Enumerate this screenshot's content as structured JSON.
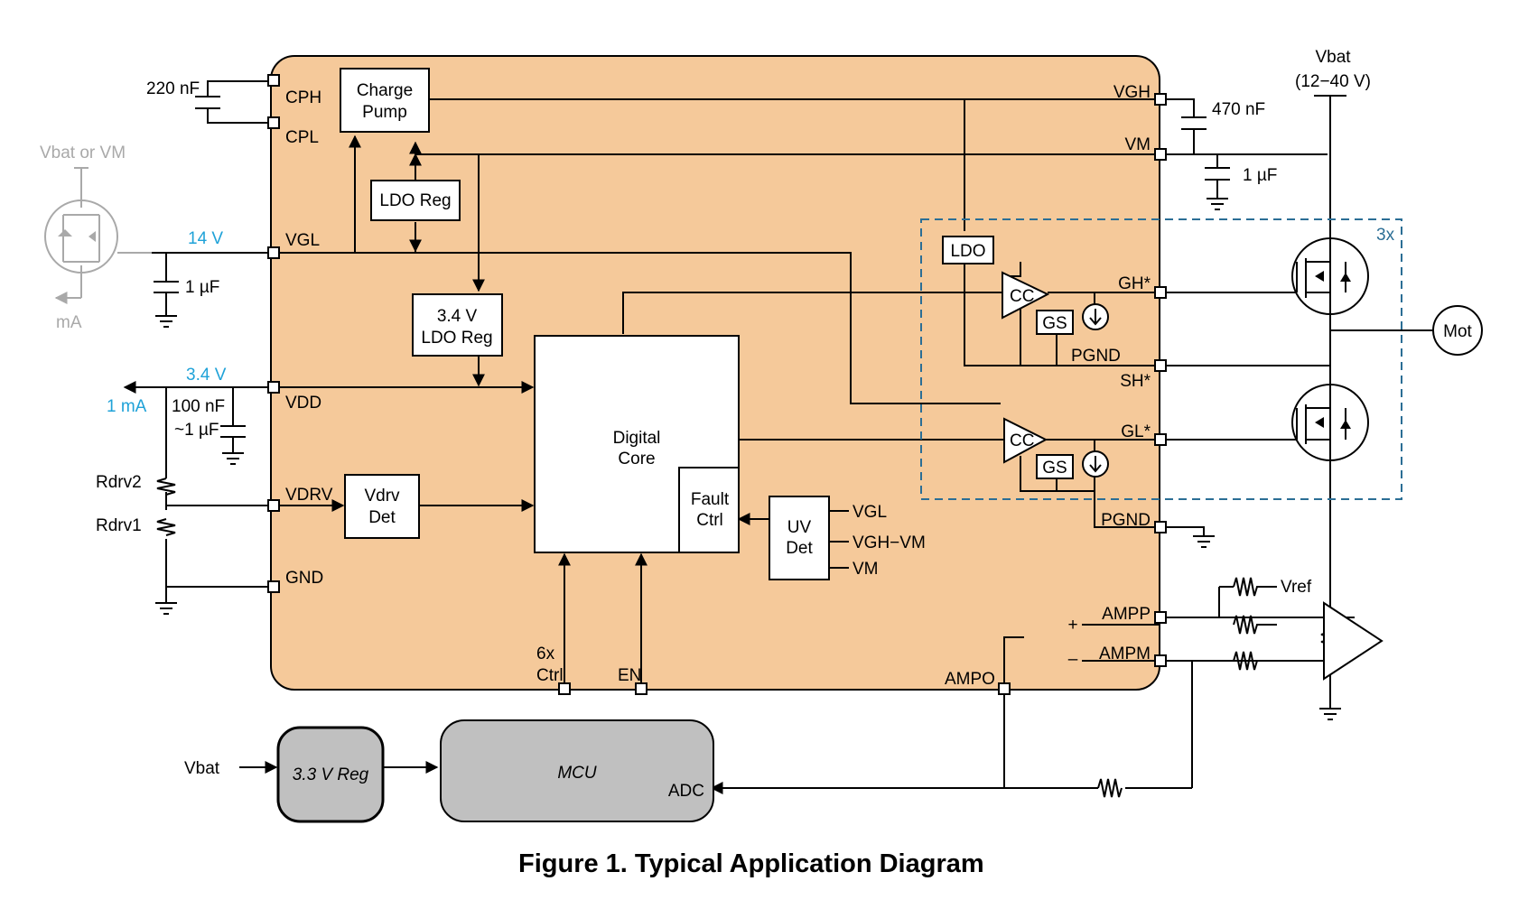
{
  "figure_title": "Figure 1. Typical Application Diagram",
  "colors": {
    "ic_fill": "#f5c99a",
    "mcu_fill": "#c0c0c0",
    "accent_blue": "#1fa2d8",
    "dashed": "#2b6e95",
    "gray": "#a9a9a9"
  },
  "blocks": {
    "charge_pump": [
      "Charge",
      "Pump"
    ],
    "ldo_reg": "LDO Reg",
    "ldo_34": [
      "3.4 V",
      "LDO Reg"
    ],
    "digital_core": [
      "Digital",
      "Core"
    ],
    "fault_ctrl": [
      "Fault",
      "Ctrl"
    ],
    "vdrv_det": [
      "Vdrv",
      "Det"
    ],
    "uv_det": [
      "UV",
      "Det"
    ],
    "ldo": "LDO",
    "cc": "CC",
    "gs": "GS",
    "reg_33": "3.3 V Reg",
    "mcu": "MCU",
    "motor": "Mot"
  },
  "pins": {
    "cph": "CPH",
    "cpl": "CPL",
    "vgl": "VGL",
    "vdd": "VDD",
    "vdrv": "VDRV",
    "gnd": "GND",
    "vgh": "VGH",
    "vm": "VM",
    "gh": "GH*",
    "sh": "SH*",
    "gl": "GL*",
    "pgnd": "PGND",
    "ampp": "AMPP",
    "ampm": "AMPM",
    "ampo": "AMPO",
    "ctrl": [
      "6x",
      "Ctrl"
    ],
    "en": "EN",
    "adc": "ADC"
  },
  "labels": {
    "c220": "220 nF",
    "vbat_or_vm": "Vbat or VM",
    "v14": "14 V",
    "c1uf": "1 µF",
    "ma": "mA",
    "v34": "3.4 V",
    "ma1": "1 mA",
    "c100": [
      "100 nF",
      "~1 µF"
    ],
    "rdrv2": "Rdrv2",
    "rdrv1": "Rdrv1",
    "uv_vgl": "VGL",
    "uv_vghvm": "VGH−VM",
    "uv_vm": "VM",
    "vbat": "Vbat",
    "vbat_range": "(12−40 V)",
    "c470": "470 nF",
    "c1uf_vm": "1 µF",
    "x3": "3x",
    "pgnd_inner": "PGND",
    "vref": "Vref",
    "plus": "+",
    "minus": "–",
    "vbat_in": "Vbat"
  }
}
